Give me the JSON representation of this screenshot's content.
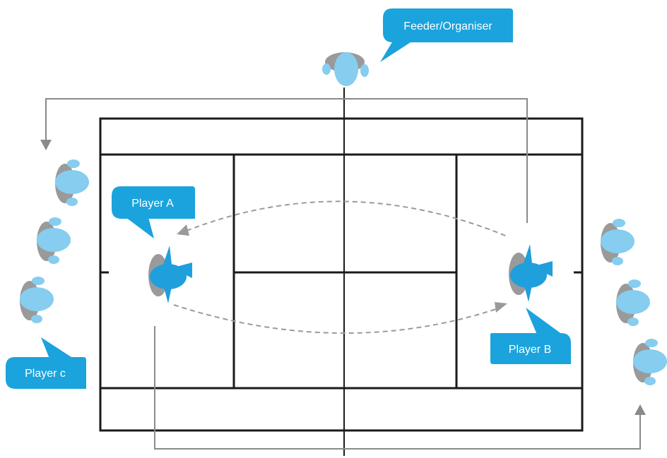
{
  "labels": {
    "feeder": "Feeder/Organiser",
    "player_a": "Player A",
    "player_b": "Player B",
    "player_c": "Player c"
  },
  "colors": {
    "court_line": "#1a1a1a",
    "callout": "#1aa3dc",
    "callout_text": "#ffffff",
    "player_active": "#1f9fdc",
    "player_waiting": "#86cdef",
    "player_shadow": "#9a9a9a",
    "rotation_arrow": "#8a8a8a",
    "rally_path": "#9a9a9a"
  },
  "icons": {
    "player": "player-top-view-icon",
    "arrow": "arrowhead-icon"
  }
}
